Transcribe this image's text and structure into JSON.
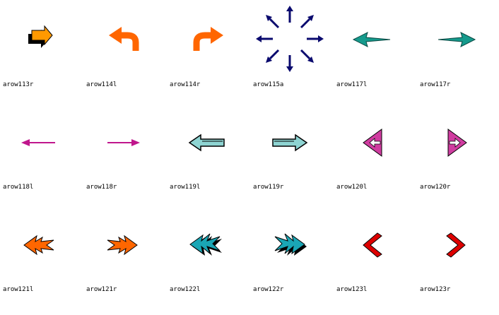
{
  "icons": [
    {
      "label": "arow113r",
      "icon": "orange-shadow-arrow-right-icon"
    },
    {
      "label": "arow114l",
      "icon": "orange-curved-arrow-left-icon"
    },
    {
      "label": "arow114r",
      "icon": "orange-curved-arrow-right-icon"
    },
    {
      "label": "arow115a",
      "icon": "navy-radiating-arrows-icon"
    },
    {
      "label": "arow117l",
      "icon": "teal-arrow-left-icon"
    },
    {
      "label": "arow117r",
      "icon": "teal-arrow-right-icon"
    },
    {
      "label": "arow118l",
      "icon": "magenta-thin-arrow-left-icon"
    },
    {
      "label": "arow118r",
      "icon": "magenta-thin-arrow-right-icon"
    },
    {
      "label": "arow119l",
      "icon": "light-teal-block-arrow-left-icon"
    },
    {
      "label": "arow119r",
      "icon": "light-teal-block-arrow-right-icon"
    },
    {
      "label": "arow120l",
      "icon": "magenta-triangle-arrow-left-icon"
    },
    {
      "label": "arow120r",
      "icon": "magenta-triangle-arrow-right-icon"
    },
    {
      "label": "arow121l",
      "icon": "orange-feathered-arrow-left-icon"
    },
    {
      "label": "arow121r",
      "icon": "orange-feathered-arrow-right-icon"
    },
    {
      "label": "arow122l",
      "icon": "teal-feathered-arrow-left-icon"
    },
    {
      "label": "arow122r",
      "icon": "teal-feathered-arrow-right-icon"
    },
    {
      "label": "arow123l",
      "icon": "red-chevron-left-icon"
    },
    {
      "label": "arow123r",
      "icon": "red-chevron-right-icon"
    }
  ],
  "colors": {
    "orange": "#ff6600",
    "orange_light": "#ff9900",
    "navy": "#0a0a6e",
    "teal": "#159a8c",
    "magenta": "#c0168c",
    "pink": "#d03ca0",
    "light_teal": "#8ed4d2",
    "teal_dark": "#1aa6b5",
    "red": "#dd0000"
  }
}
